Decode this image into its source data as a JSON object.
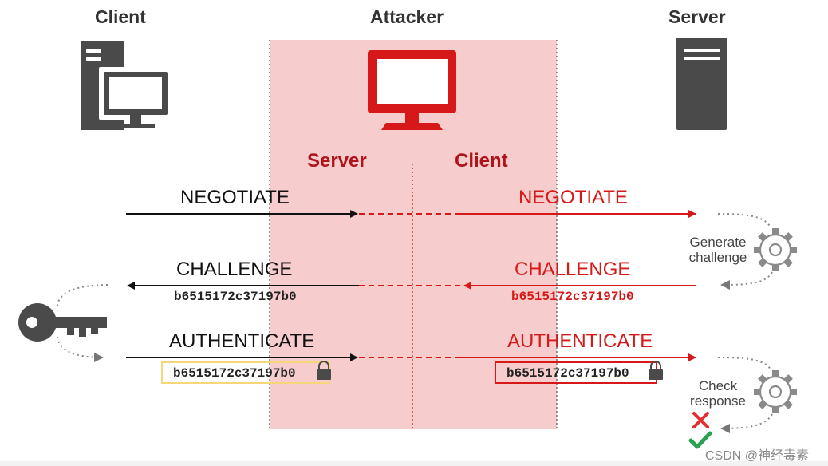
{
  "roles": {
    "client": "Client",
    "attacker": "Attacker",
    "server": "Server"
  },
  "attacker_sides": {
    "server": "Server",
    "client": "Client"
  },
  "messages": {
    "negotiate": "NEGOTIATE",
    "challenge": "CHALLENGE",
    "authenticate": "AUTHENTICATE"
  },
  "hashes": {
    "challenge_left": "b6515172c37197b0",
    "challenge_right": "b6515172c37197b0",
    "auth_left": "b6515172c37197b0",
    "auth_right": "b6515172c37197b0"
  },
  "notes": {
    "generate_line1": "Generate",
    "generate_line2": "challenge",
    "check_line1": "Check",
    "check_line2": "response"
  },
  "watermark": "CSDN @神经毒素",
  "colors": {
    "attacker_zone": "#f6cccc",
    "attacker_red": "#d61818",
    "dark_red_label": "#b0141b",
    "client_black": "#111111",
    "device_gray": "#4a4a4a",
    "gear_gray": "#8a8a8a",
    "yellow_box": "#f5d679",
    "x_red": "#e23030",
    "check_green": "#2aa052"
  }
}
